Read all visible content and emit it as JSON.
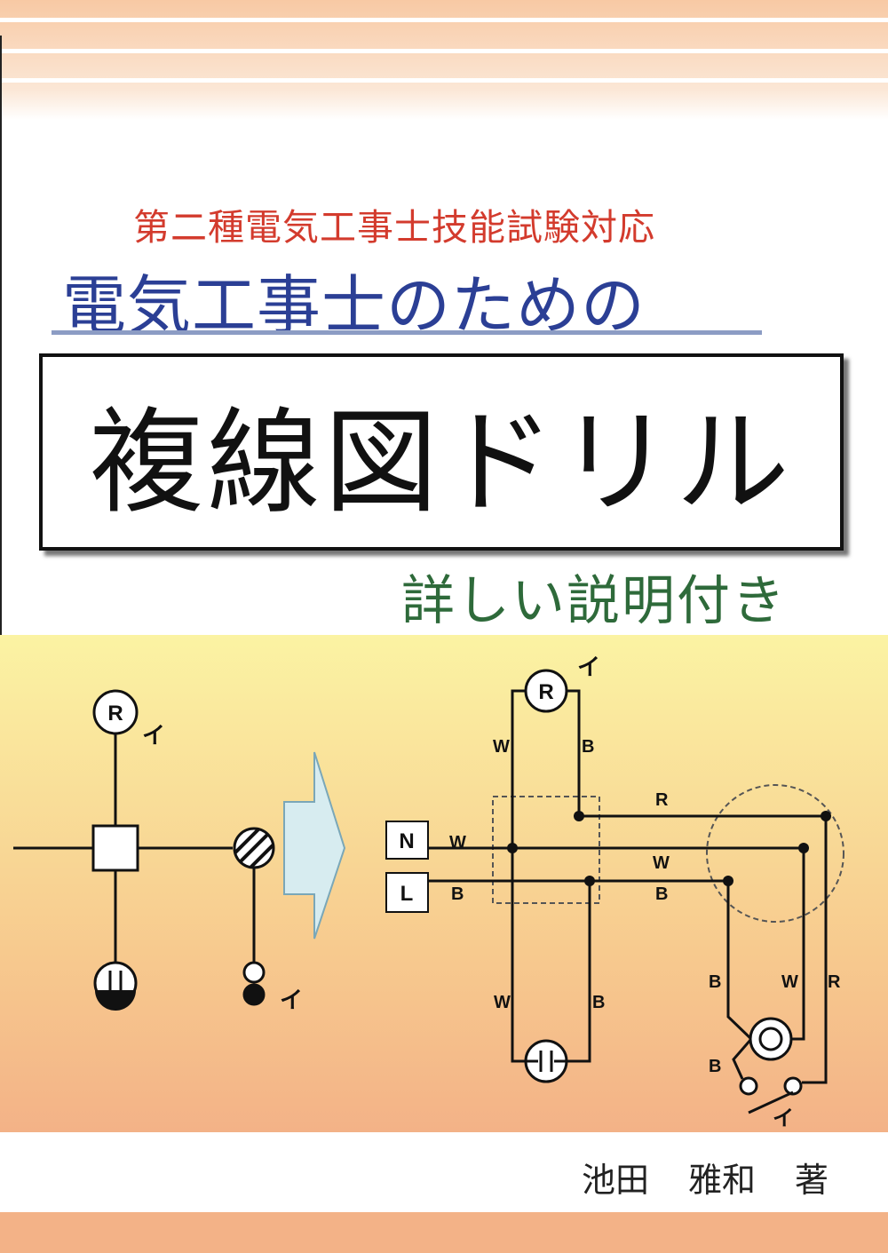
{
  "cover": {
    "subtitle_top": "第二種電気工事士技能試験対応",
    "subtitle_main": "電気工事士のための",
    "title": "複線図ドリル",
    "description": "詳しい説明付き",
    "author": {
      "surname": "池田",
      "given_name": "雅和",
      "role": "著"
    }
  },
  "diagram": {
    "left": {
      "lamp_label": "R",
      "lamp_switch_tag": "イ",
      "switch_tag": "イ"
    },
    "right": {
      "lamp_label": "R",
      "lamp_switch_tag": "イ",
      "terminal_n": "N",
      "terminal_l": "L",
      "wire_w_top": "W",
      "wire_b_top": "B",
      "wire_r_right": "R",
      "wire_n_w": "W",
      "wire_mid_w": "W",
      "wire_l_b": "B",
      "wire_mid_b": "B",
      "wire_w_bottom": "W",
      "wire_b_bottom": "B",
      "wire_b_right": "B",
      "wire_w_right": "W",
      "wire_r_far": "R",
      "wire_b_switch": "B",
      "switch_tag": "イ"
    }
  },
  "colors": {
    "subtitle_top": "#d33b2d",
    "subtitle_main": "#2b3f95",
    "description": "#2e6a3a",
    "arrow_fill": "#d7ecf0"
  }
}
